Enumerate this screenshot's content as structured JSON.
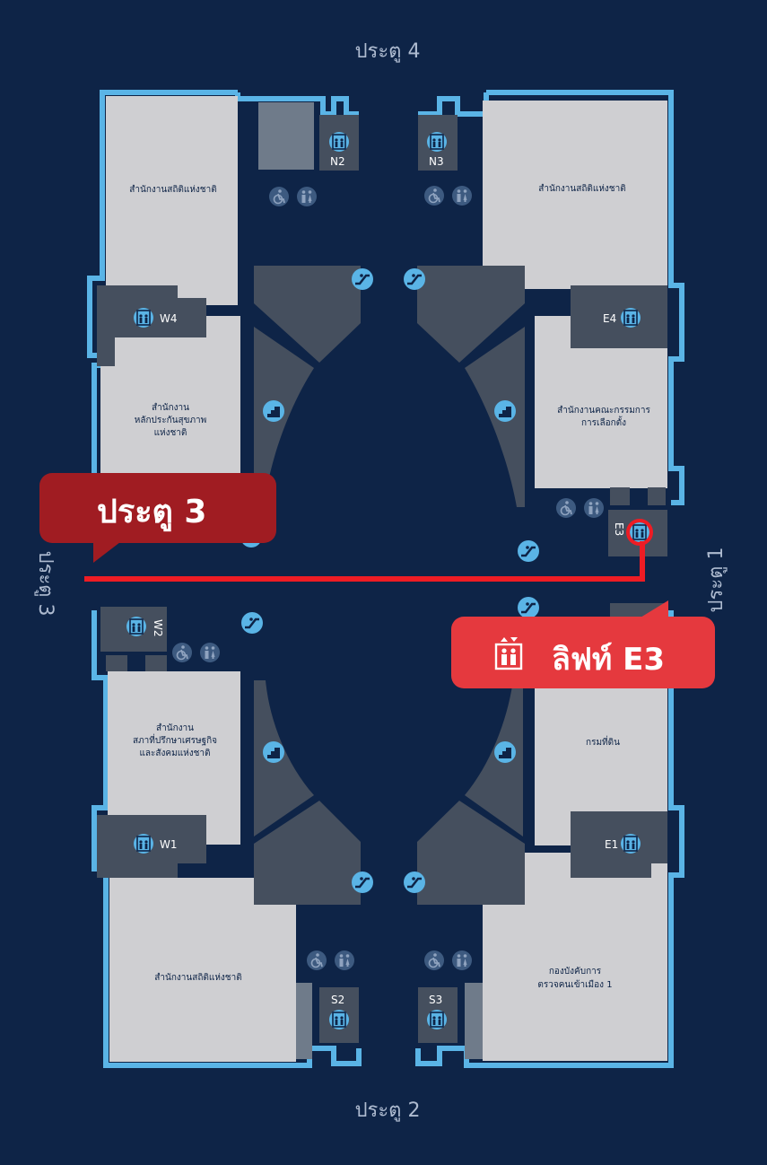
{
  "gates": {
    "top": "ประตู 4",
    "bottom": "ประตู 2",
    "left": "ประตู 3",
    "right": "ประตู 1"
  },
  "rooms": {
    "nw_top": "สำนักงานสถิติแห่งชาติ",
    "ne_top": "สำนักงานสถิติแห่งชาติ",
    "w_upper": [
      "สำนักงาน",
      "หลักประกันสุขภาพ",
      "แห่งชาติ"
    ],
    "e_upper": [
      "สำนักงานคณะกรรมการ",
      "การเลือกตั้ง"
    ],
    "w_lower": [
      "สำนักงาน",
      "สภาที่ปรึกษาเศรษฐกิจ",
      "และสังคมแห่งชาติ"
    ],
    "e_lower": "กรมที่ดิน",
    "sw_bottom": "สำนักงานสถิติแห่งชาติ",
    "se_bottom": [
      "กองบังคับการ",
      "ตรวจคนเข้าเมือง 1"
    ]
  },
  "elevators": {
    "n2": "N2",
    "n3": "N3",
    "w4": "W4",
    "e4": "E4",
    "e3": "E3",
    "w2": "W2",
    "w1": "W1",
    "e1": "E1",
    "s2": "S2",
    "s3": "S3"
  },
  "callouts": {
    "gate_label": "ประตู 3",
    "lift_label": "ลิฟท์ E3"
  },
  "icons": {
    "elevator": "elevator-icon",
    "escalator": "escalator-icon",
    "stairs": "stairs-icon",
    "wheelchair": "wheelchair-icon",
    "restroom": "restroom-icon"
  },
  "colors": {
    "background": "#0e2447",
    "outline": "#5ab4e6",
    "room": "#cfcfd2",
    "core": "#454f5e",
    "route": "#ee1c24",
    "gate_callout": "#a01c22",
    "lift_callout": "#e5393e"
  }
}
